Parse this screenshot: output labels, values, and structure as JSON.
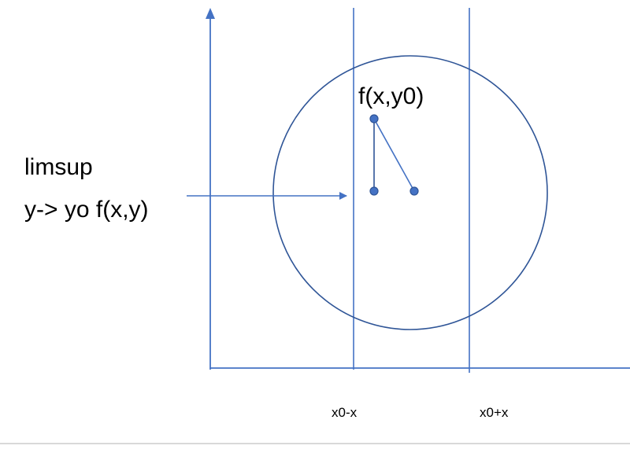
{
  "labels": {
    "point_label": "f(x,y0)",
    "limsup_line1": "limsup",
    "limsup_line2": "y-> yo f(x,y)",
    "left_bound": "x0-x",
    "right_bound": "x0+x"
  },
  "colors": {
    "axis": "#4472c4",
    "circle": "#2f5597",
    "point_fill": "#4472c4",
    "point_stroke": "#2f5597",
    "text": "#000000"
  }
}
